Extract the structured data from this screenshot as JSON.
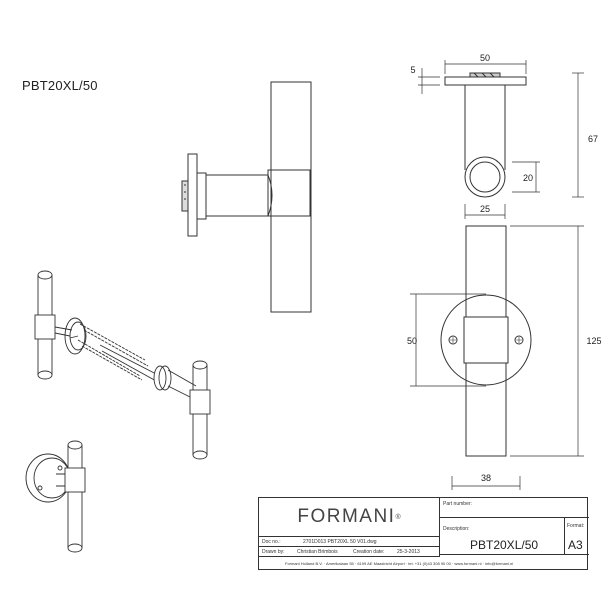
{
  "model_label": "PBT20XL/50",
  "dimensions": {
    "top_width": "50",
    "plate_thickness": "5",
    "height_upper": "67",
    "ring_diameter": "20",
    "bar_width": "25",
    "plate_diameter": "50",
    "total_height": "125",
    "bottom_width": "38"
  },
  "title_block": {
    "logo": "FORMANI",
    "registered": "®",
    "part_number_label": "Part number:",
    "part_number_value": "",
    "description_label": "Description:",
    "description_value": "PBT20XL/50",
    "format_label": "Format:",
    "format_value": "A3",
    "doc_label": "Doc no.:",
    "doc_value": "2701D013 PBT20XL 50 V01.dwg",
    "drawn_label": "Drawn by:",
    "drawn_value": "Christian Brimbois",
    "date_label": "Creation date:",
    "date_value": "25-3-2013",
    "footer": "Formani Holland B.V. · Amerikalaan 55 · 6199 AE Maastricht Airport · tel: +31 (0)43 308 90 00 · www.formani.nl · info@formani.nl"
  }
}
